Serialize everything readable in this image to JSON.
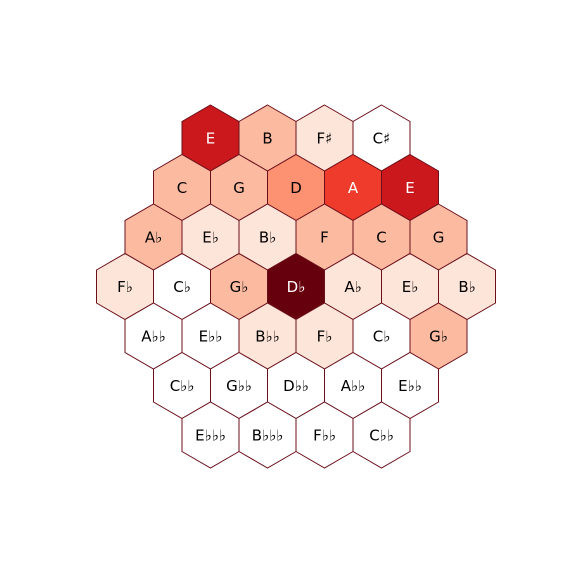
{
  "colors": {
    "stroke": "#6b0f1a",
    "scale": [
      "#ffffff",
      "#fee5d9",
      "#fcbba1",
      "#fc9272",
      "#ef3b2c",
      "#cb181d",
      "#67000d"
    ],
    "dark_text": "#000000",
    "light_text": "#ffffff"
  },
  "grid": {
    "rows": [
      {
        "offset": 3,
        "cells": [
          {
            "label": "E",
            "level": 5
          },
          {
            "label": "B",
            "level": 2
          },
          {
            "label": "F♯",
            "level": 1
          },
          {
            "label": "C♯",
            "level": 0
          }
        ]
      },
      {
        "offset": 2,
        "cells": [
          {
            "label": "C",
            "level": 2
          },
          {
            "label": "G",
            "level": 2
          },
          {
            "label": "D",
            "level": 3
          },
          {
            "label": "A",
            "level": 4
          },
          {
            "label": "E",
            "level": 5
          }
        ]
      },
      {
        "offset": 1,
        "cells": [
          {
            "label": "A♭",
            "level": 2
          },
          {
            "label": "E♭",
            "level": 1
          },
          {
            "label": "B♭",
            "level": 1
          },
          {
            "label": "F",
            "level": 2
          },
          {
            "label": "C",
            "level": 2
          },
          {
            "label": "G",
            "level": 2
          }
        ]
      },
      {
        "offset": 0,
        "cells": [
          {
            "label": "F♭",
            "level": 1
          },
          {
            "label": "C♭",
            "level": 0
          },
          {
            "label": "G♭",
            "level": 2
          },
          {
            "label": "D♭",
            "level": 6
          },
          {
            "label": "A♭",
            "level": 1
          },
          {
            "label": "E♭",
            "level": 1
          },
          {
            "label": "B♭",
            "level": 1
          }
        ]
      },
      {
        "offset": 1,
        "cells": [
          {
            "label": "A♭♭",
            "level": 0
          },
          {
            "label": "E♭♭",
            "level": 0
          },
          {
            "label": "B♭♭",
            "level": 1
          },
          {
            "label": "F♭",
            "level": 1
          },
          {
            "label": "C♭",
            "level": 0
          },
          {
            "label": "G♭",
            "level": 2
          }
        ]
      },
      {
        "offset": 2,
        "cells": [
          {
            "label": "C♭♭",
            "level": 0
          },
          {
            "label": "G♭♭",
            "level": 0
          },
          {
            "label": "D♭♭",
            "level": 0
          },
          {
            "label": "A♭♭",
            "level": 0
          },
          {
            "label": "E♭♭",
            "level": 0
          }
        ]
      },
      {
        "offset": 3,
        "cells": [
          {
            "label": "E♭♭♭",
            "level": 0
          },
          {
            "label": "B♭♭♭",
            "level": 0
          },
          {
            "label": "F♭♭",
            "level": 0
          },
          {
            "label": "C♭♭",
            "level": 0
          }
        ]
      }
    ]
  }
}
